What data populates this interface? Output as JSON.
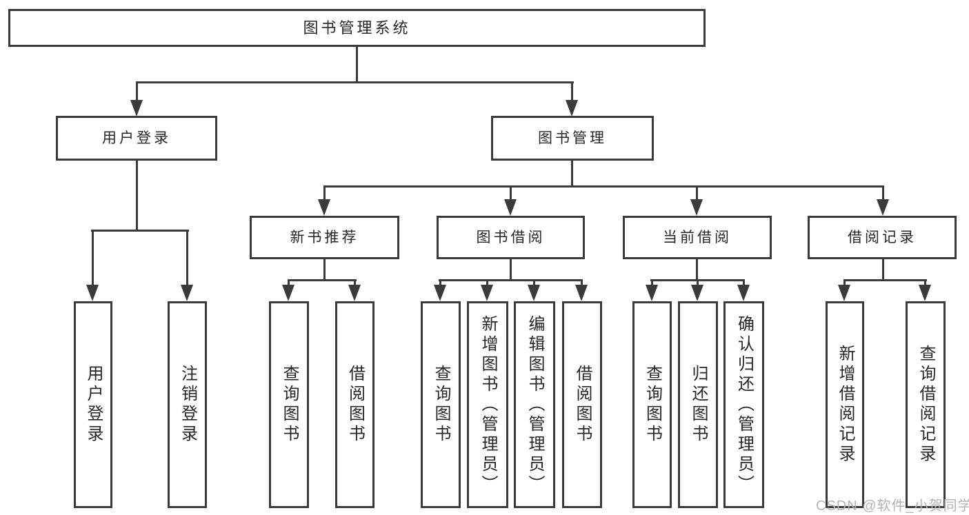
{
  "nodes": {
    "root": "图书管理系统",
    "user_login": "用户登录",
    "book_management": "图书管理",
    "new_book_recommend": "新书推荐",
    "book_borrow": "图书借阅",
    "current_borrow": "当前借阅",
    "borrow_record": "借阅记录",
    "leaves": {
      "user_login": [
        "用户登录",
        "注销登录"
      ],
      "new_book_recommend": [
        "查询图书",
        "借阅图书"
      ],
      "book_borrow": [
        "查询图书",
        "新增图书（管理员）",
        "编辑图书（管理员）",
        "借阅图书"
      ],
      "current_borrow": [
        "查询图书",
        "归还图书",
        "确认归还（管理员）"
      ],
      "borrow_record": [
        "新增借阅记录",
        "查询借阅记录"
      ]
    }
  },
  "watermark": "CSDN @软件_小贺同学",
  "colors": {
    "line": "#3a3a3a",
    "text": "#262626",
    "background": "#ffffff",
    "watermark": "#b3b3b3"
  }
}
